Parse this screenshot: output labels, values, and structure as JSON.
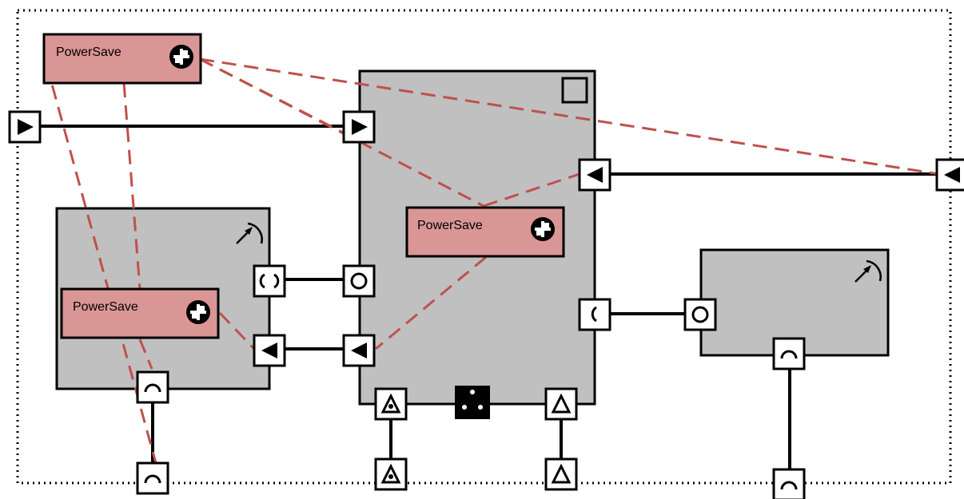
{
  "diagram": {
    "power_save_blocks": [
      {
        "id": "ps-top",
        "label": "PowerSave",
        "icon": "power-save-icon"
      },
      {
        "id": "ps-center",
        "label": "PowerSave",
        "icon": "power-save-icon"
      },
      {
        "id": "ps-left",
        "label": "PowerSave",
        "icon": "power-save-icon"
      }
    ],
    "components": [
      {
        "id": "left-component",
        "icon": "arc-arrow-icon"
      },
      {
        "id": "center-component",
        "icon": "square-icon"
      },
      {
        "id": "right-component",
        "icon": "arc-arrow-icon"
      }
    ],
    "ports": {
      "boundary": [
        "flow-in-right",
        "flow-in-left",
        "half-circle",
        "target-triangle",
        "triangle",
        "half-circle"
      ],
      "center": [
        "flow-in-right",
        "flow-in-left",
        "circle",
        "flow-in-left",
        "target-triangle",
        "triangle",
        "dice"
      ],
      "left": [
        "paren",
        "flow-in-left",
        "half-circle"
      ],
      "right": [
        "circle",
        "half-circle",
        "open-paren-left"
      ]
    },
    "colors": {
      "component_fill": "#c0c0c0",
      "power_save_fill": "#d99694",
      "dashed_link": "#c0504d",
      "stroke": "#000000"
    }
  }
}
